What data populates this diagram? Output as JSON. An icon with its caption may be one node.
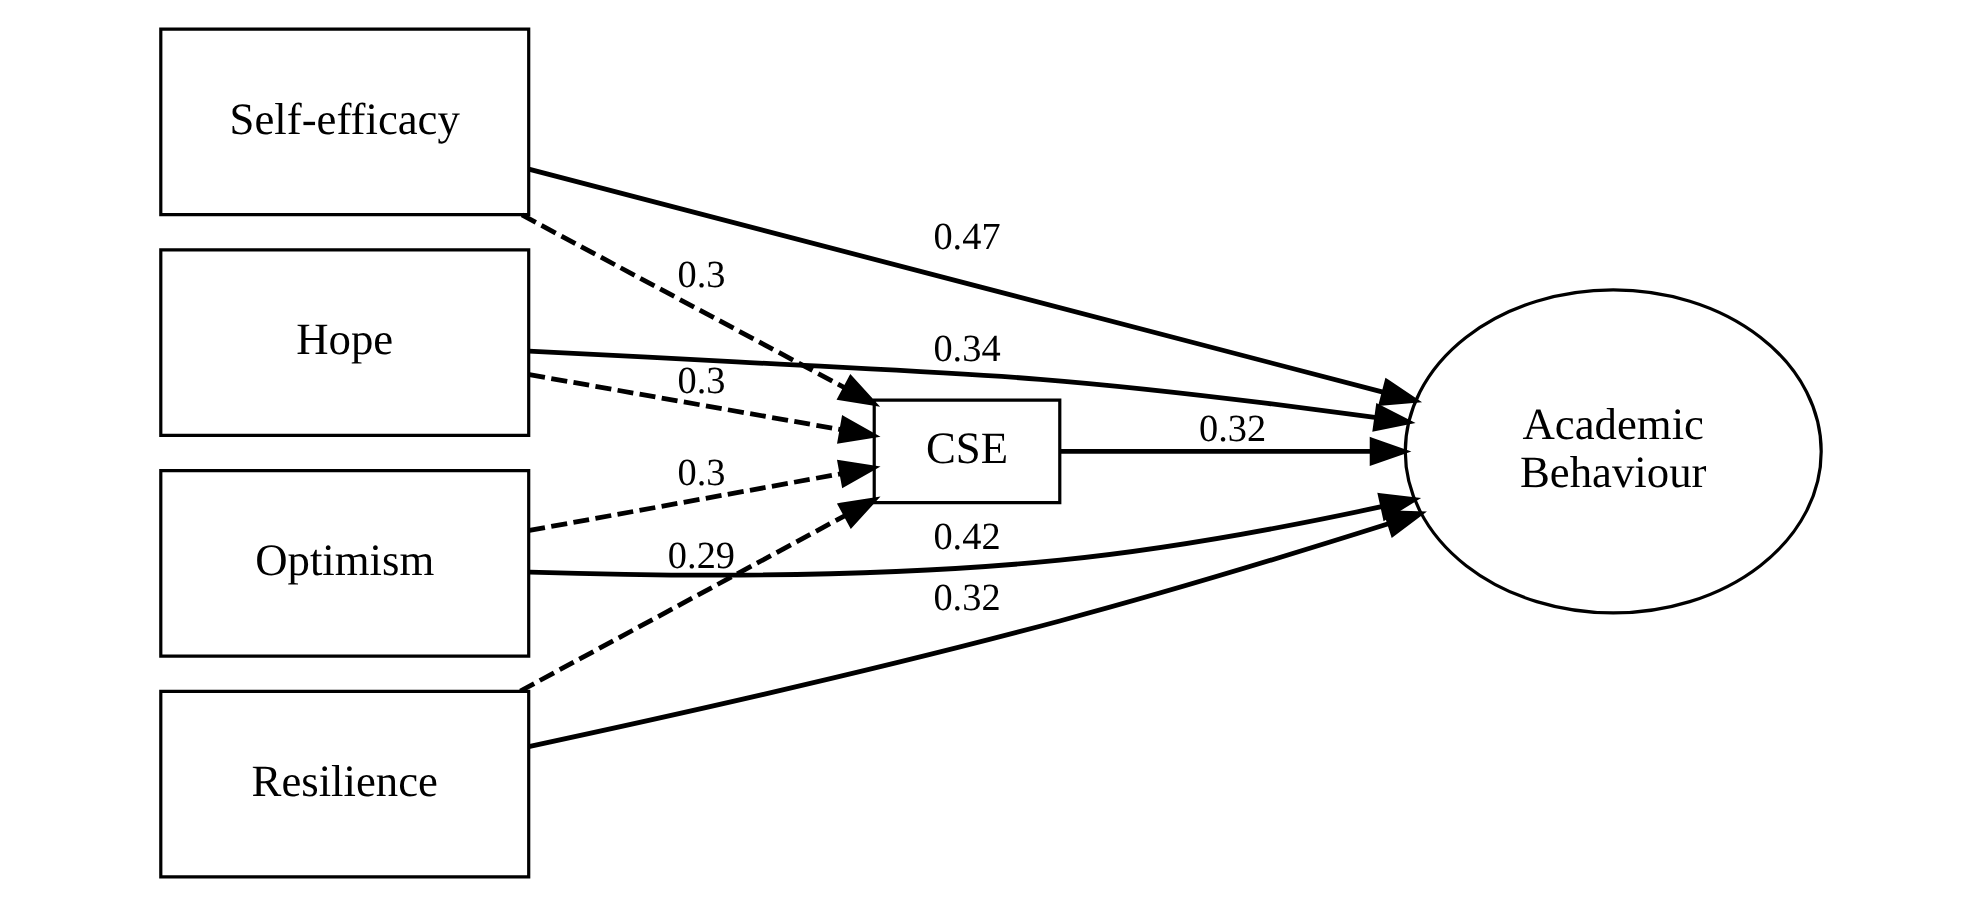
{
  "diagram": {
    "nodes": [
      {
        "text": [
          "Hope"
        ]
      },
      {
        "text": [
          "Self-efficacy"
        ]
      },
      {
        "text": [
          "Resilience"
        ]
      },
      {
        "text": [
          "Optimism"
        ]
      },
      {
        "text": [
          "CSE"
        ]
      },
      {
        "text": [
          "Academic Behaviour"
        ]
      }
    ],
    "edges": [
      {
        "from": 0,
        "to": 5,
        "arrow": "to",
        "label": "0.34"
      },
      {
        "from": 1,
        "to": 5,
        "arrow": "to",
        "label": "0.47"
      },
      {
        "from": 0,
        "to": 4,
        "arrow": "to",
        "label": "0.3",
        "style": "dashed"
      },
      {
        "from": 1,
        "to": 4,
        "arrow": "to",
        "label": "0.3",
        "style": "dashed"
      },
      {
        "from": 2,
        "to": 4,
        "arrow": "to",
        "label": "0.29",
        "style": "dashed"
      },
      {
        "from": 3,
        "to": 4,
        "arrow": "to",
        "label": "0.3",
        "style": "dashed"
      },
      {
        "from": 4,
        "to": 5,
        "arrow": "to",
        "label": "0.32"
      },
      {
        "from": 2,
        "to": 5,
        "arrow": "to",
        "label": "0.32"
      },
      {
        "from": 3,
        "to": 5,
        "arrow": "to",
        "label": "0.42"
      }
    ]
  }
}
